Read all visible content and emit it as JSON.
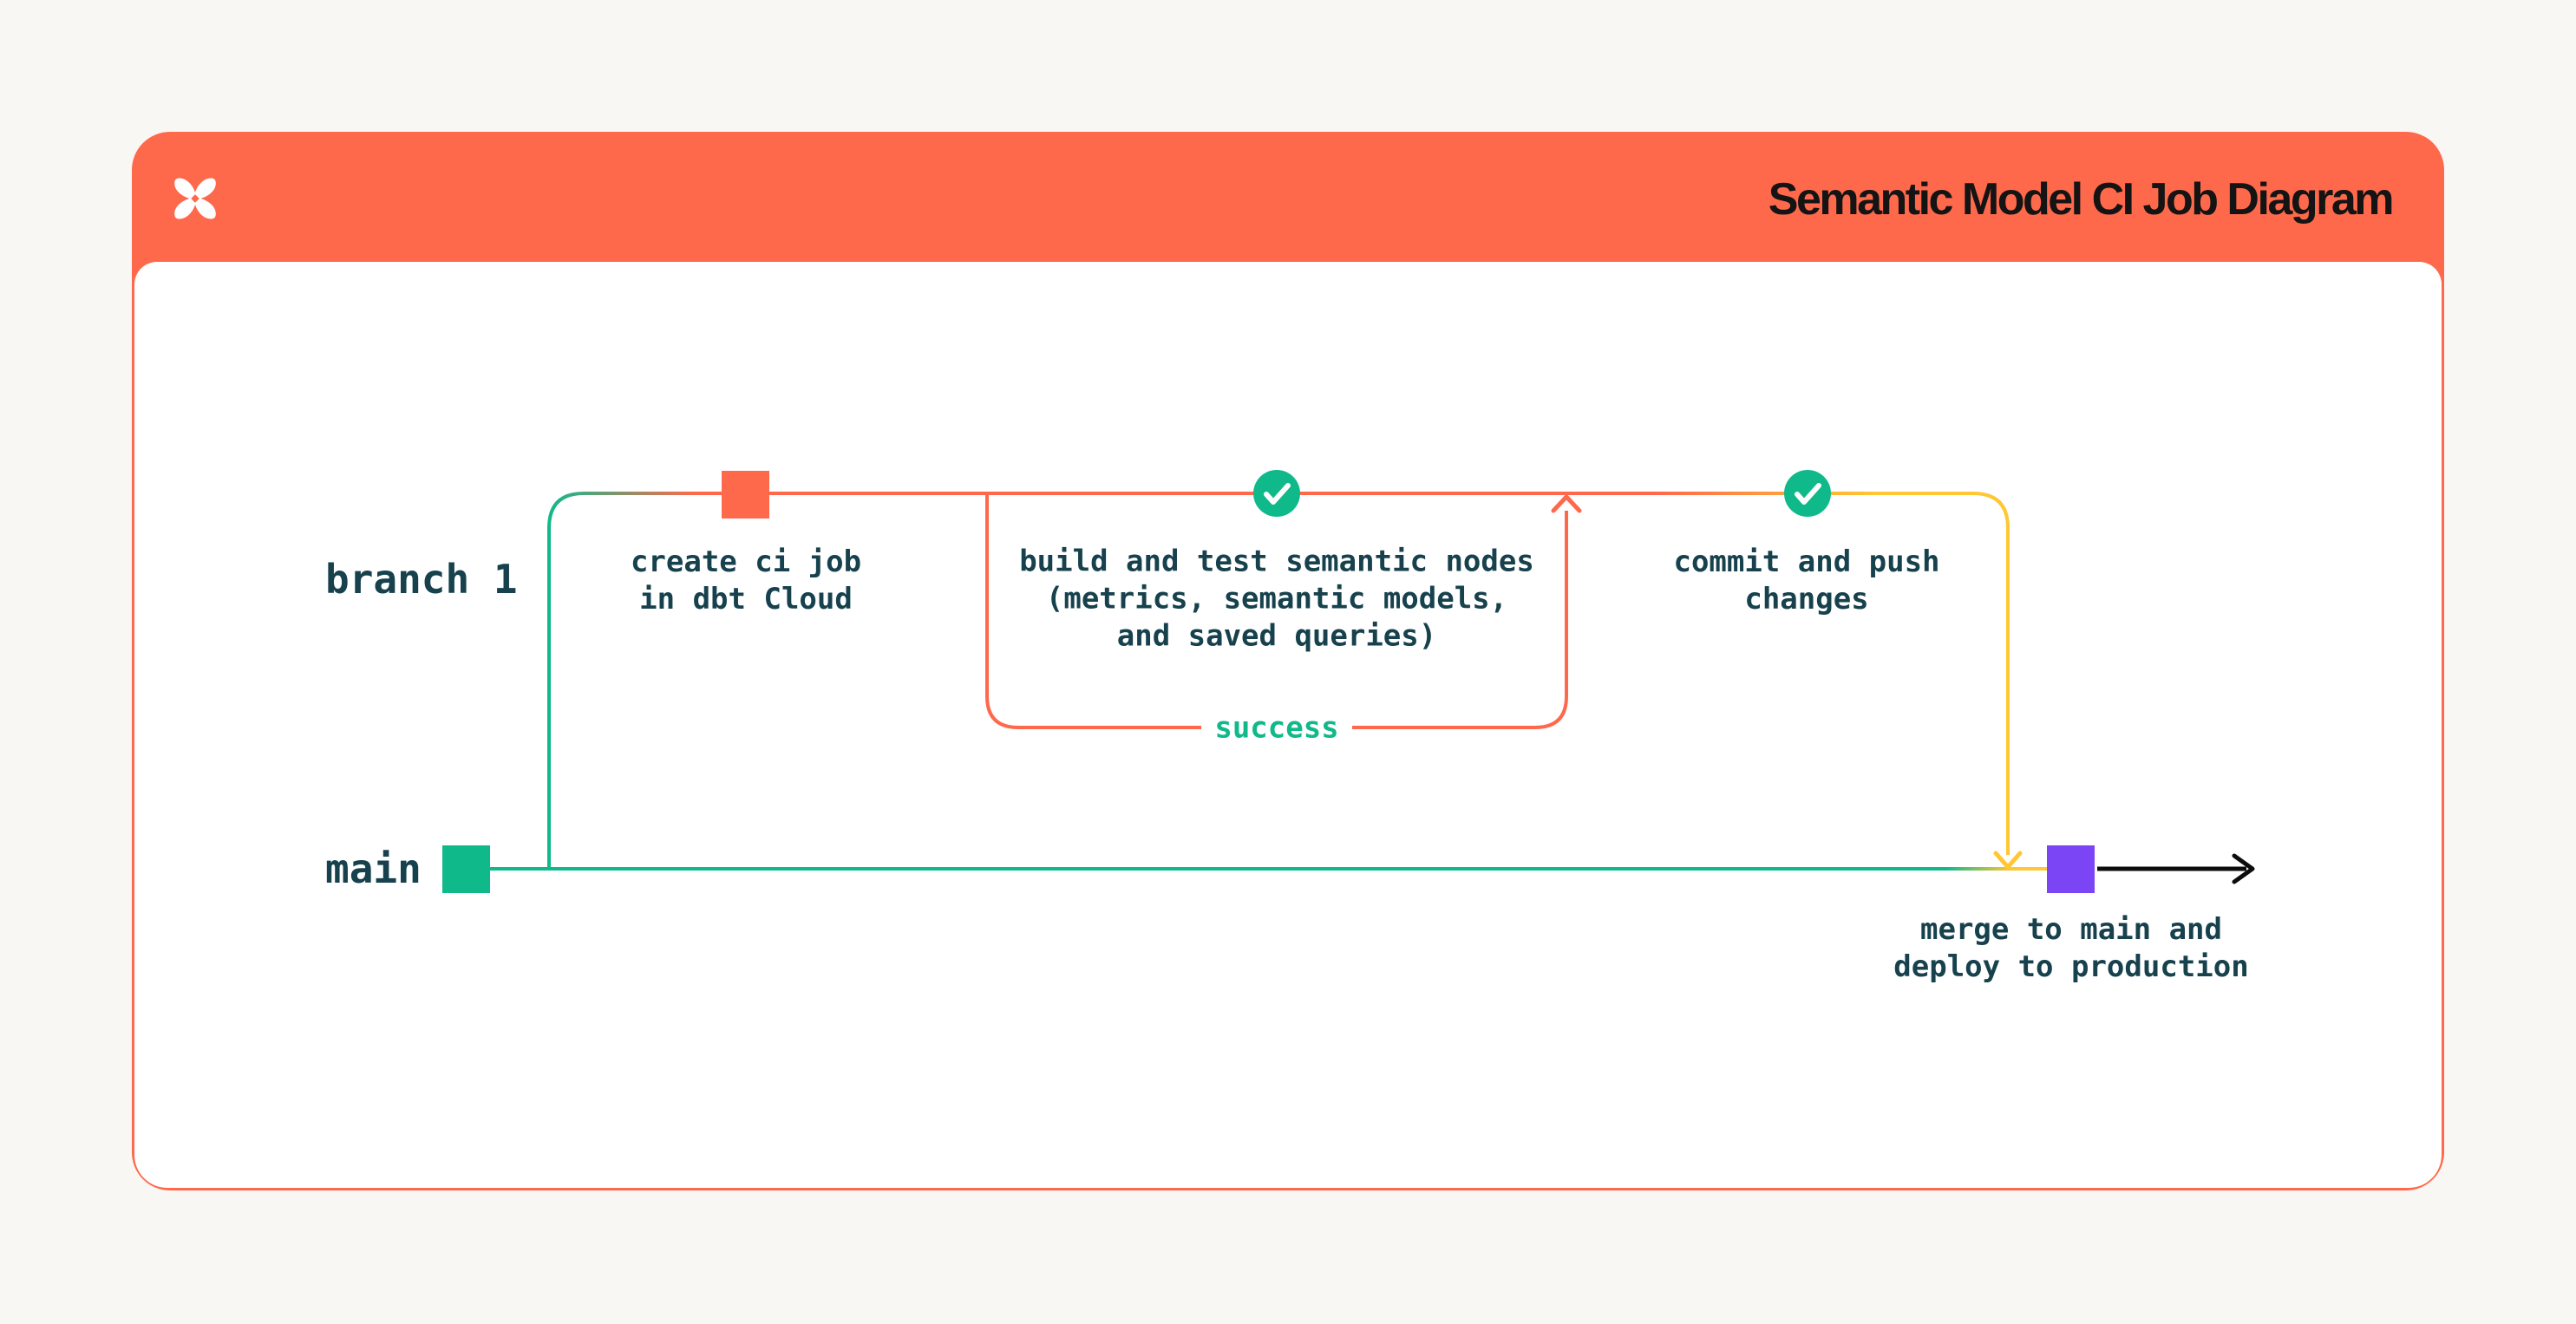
{
  "header": {
    "title": "Semantic Model CI Job Diagram",
    "logo": "dbt-logo"
  },
  "diagram": {
    "branches": {
      "branch1": "branch 1",
      "main": "main"
    },
    "steps": {
      "create_ci_job": "create ci job\nin dbt Cloud",
      "build_test": "build and test semantic nodes\n(metrics, semantic models,\nand saved queries)",
      "success": "success",
      "commit_push": "commit and push\nchanges",
      "merge_deploy": "merge to main and\ndeploy to production"
    },
    "markers": {
      "branch_commit": "orange-square",
      "main_commit": "green-square",
      "merge_commit": "purple-square",
      "checks": "green-check-circle"
    }
  },
  "colors": {
    "orange": "#FF694B",
    "green": "#10B98A",
    "yellow": "#FFC733",
    "purple": "#7B45F5",
    "ink": "#16414D",
    "title_text": "#141414",
    "page_bg": "#F8F7F4",
    "card_bg": "#FFFFFF"
  }
}
